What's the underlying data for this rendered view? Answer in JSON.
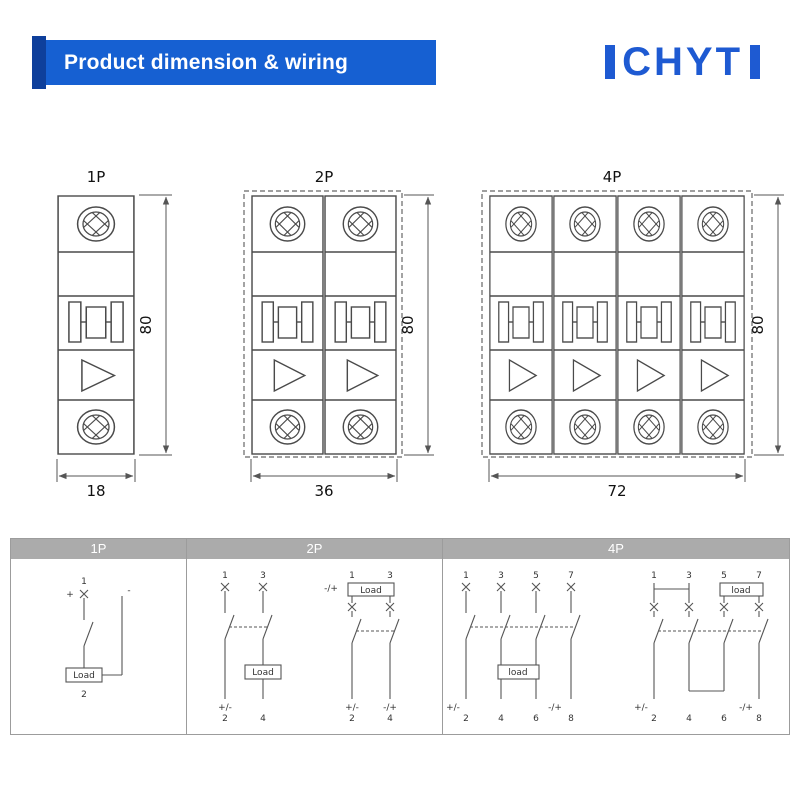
{
  "header": {
    "title": "Product dimension & wiring",
    "logo_text": "CHYT",
    "colors": {
      "banner": "#1660d2",
      "banner_accent": "#0e3f9b",
      "logo_blue": "#1e5ad2",
      "table_header_gray": "#ababab"
    }
  },
  "drawings": {
    "p1": {
      "label": "1P",
      "height": "80",
      "width": "18"
    },
    "p2": {
      "label": "2P",
      "height": "80",
      "width": "36"
    },
    "p4": {
      "label": "4P",
      "height": "80",
      "width": "72"
    }
  },
  "wiring": {
    "columns": [
      "1P",
      "2P",
      "4P"
    ],
    "p1": {
      "tops": [
        "1"
      ],
      "bottoms": [
        "2"
      ],
      "plus": "+",
      "minus": "-",
      "load": "Load"
    },
    "p2a": {
      "tops": [
        "1",
        "3"
      ],
      "bottoms": [
        "2",
        "4"
      ],
      "pol_bottom_left": "+/-",
      "load": "Load"
    },
    "p2b": {
      "tops": [
        "1",
        "3"
      ],
      "bottoms": [
        "2",
        "4"
      ],
      "pol_top_left": "-/+",
      "pol_bottom_left": "+/-",
      "pol_bottom_right": "-/+",
      "load": "Load"
    },
    "p4a": {
      "tops": [
        "1",
        "3",
        "5",
        "7"
      ],
      "bottoms": [
        "2",
        "4",
        "6",
        "8"
      ],
      "pol_bottom_left": "+/-",
      "pol_bottom_right": "-/+",
      "load": "load"
    },
    "p4b": {
      "tops": [
        "1",
        "3",
        "5",
        "7"
      ],
      "bottoms": [
        "2",
        "4",
        "6",
        "8"
      ],
      "pol_bottom_left": "+/-",
      "pol_bottom_right": "-/+",
      "load": "load"
    }
  }
}
